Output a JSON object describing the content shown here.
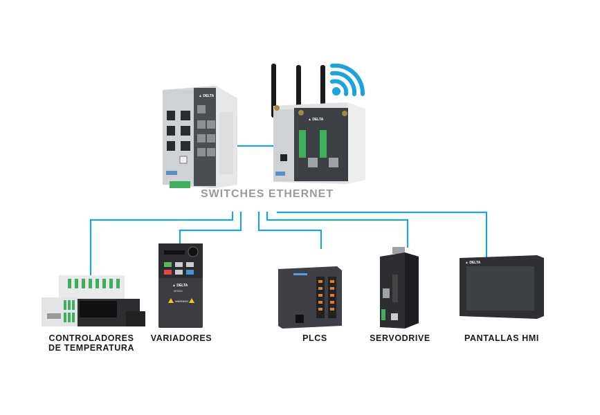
{
  "hub": {
    "label": "SWITCHES ETHERNET",
    "devices": [
      {
        "name": "ethernet-switch",
        "brand": "DELTA"
      },
      {
        "name": "wireless-switch",
        "brand": "DELTA",
        "icon": "wifi-icon"
      }
    ]
  },
  "colors": {
    "wire": "#1aa3dc",
    "wifi": "#1aa3dc",
    "hub_label": "#9a9a9a",
    "device_label": "#1a1a1a"
  },
  "endpoints": [
    {
      "id": "temperature-controllers",
      "label_line1": "CONTROLADORES",
      "label_line2": "DE TEMPERATURA"
    },
    {
      "id": "drives",
      "label_line1": "VARIADORES"
    },
    {
      "id": "plcs",
      "label_line1": "PLCS"
    },
    {
      "id": "servodrive",
      "label_line1": "SERVODRIVE"
    },
    {
      "id": "hmi-panels",
      "label_line1": "PANTALLAS HMI"
    }
  ],
  "brand_text": "DELTA",
  "vfd_model": "MS300",
  "vfd_warning": "WARNING"
}
